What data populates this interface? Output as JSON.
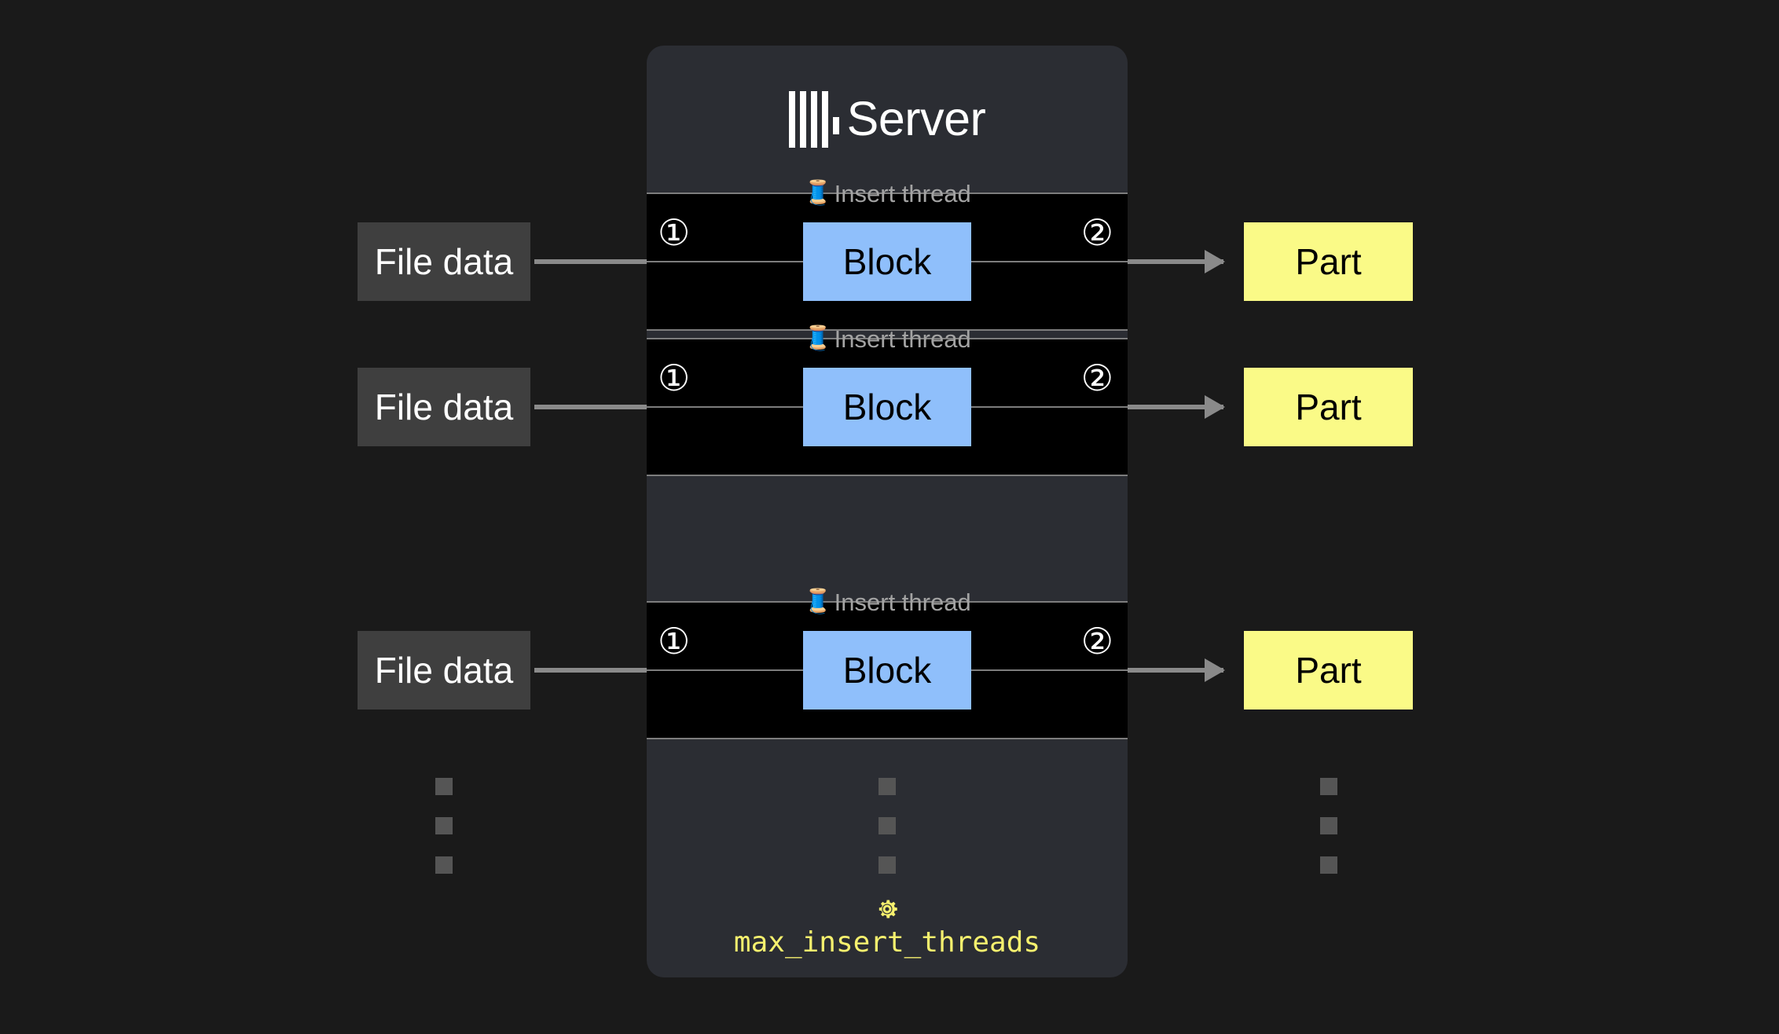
{
  "page": {
    "background_color": "#1a1a1a",
    "title": "ClickHouse server insert threads diagram"
  },
  "server_card": {
    "background_color": "#2b2d33",
    "logo_icon": "clickhouse-logo-icon",
    "title": "Server"
  },
  "lanes": [
    {
      "thread_emoji": "🧵",
      "thread_label": "Insert thread",
      "step_in": "①",
      "step_out": "②",
      "input_label": "File data",
      "block_label": "Block",
      "output_label": "Part"
    },
    {
      "thread_emoji": "🧵",
      "thread_label": "Insert thread",
      "step_in": "①",
      "step_out": "②",
      "input_label": "File data",
      "block_label": "Block",
      "output_label": "Part"
    },
    {
      "thread_emoji": "🧵",
      "thread_label": "Insert thread",
      "step_in": "①",
      "step_out": "②",
      "input_label": "File data",
      "block_label": "Block",
      "output_label": "Part"
    }
  ],
  "ellipsis": {
    "icon": "vertical-ellipsis-icon",
    "dot_count": 3,
    "dot_color": "#555555"
  },
  "setting": {
    "icon": "gear-icon",
    "name": "max_insert_threads",
    "color": "#f5f06e"
  },
  "colors": {
    "file_data_box": "#3f3f3f",
    "block_box": "#8fbffb",
    "part_box": "#fafa87",
    "arrow": "#8a8a8a",
    "lane_background": "#000000",
    "lane_border": "#7d7d7d",
    "thread_label_text": "#a3a3a3"
  }
}
